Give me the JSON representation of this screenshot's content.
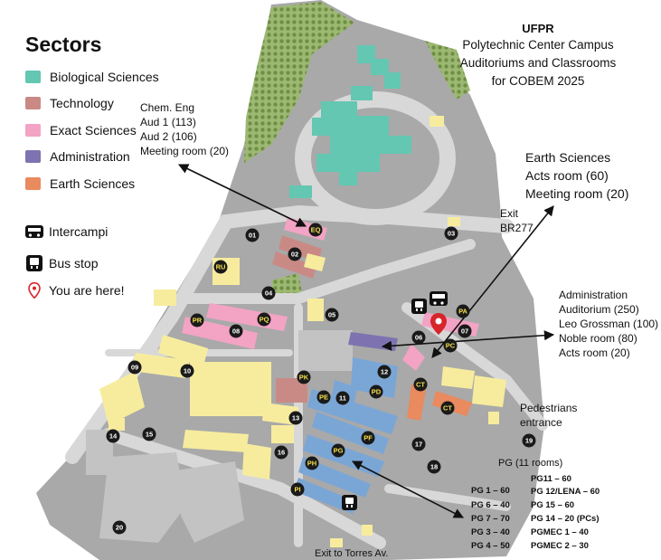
{
  "header": {
    "title": "UFPR",
    "lines": [
      "Polytechnic Center Campus",
      "Auditoriums and Classrooms",
      "for COBEM 2025"
    ]
  },
  "legend": {
    "title": "Sectors",
    "sectors": [
      {
        "label": "Biological Sciences",
        "color": "#63c7b2"
      },
      {
        "label": "Technology",
        "color": "#c98a86"
      },
      {
        "label": "Exact Sciences",
        "color": "#f3a3c4"
      },
      {
        "label": "Administration",
        "color": "#7e73b0"
      },
      {
        "label": "Earth Sciences",
        "color": "#e98a5f"
      }
    ],
    "symbols": [
      {
        "label": "Intercampi",
        "icon": "intercampi-bus-icon"
      },
      {
        "label": "Bus stop",
        "icon": "bus-stop-icon"
      },
      {
        "label": "You are here!",
        "icon": "location-pin-icon"
      }
    ]
  },
  "colors": {
    "road": "#d6d6d6",
    "campus_ground": "#a7a7a7",
    "yellow_buildings": "#f7ec9e",
    "blue_buildings": "#7aa6d6",
    "forest": "#8aa85e",
    "marker": "#1a1a1a",
    "marker_text_light": "#ffffff",
    "marker_text_dark": "#f5e04b",
    "pin": "#d6252b"
  },
  "annotations": {
    "chem_eng": [
      "Chem. Eng",
      "Aud 1 (113)",
      "Aud 2 (106)",
      "Meeting room (20)"
    ],
    "earth_sciences": [
      "Earth Sciences",
      "Acts room (60)",
      "Meeting room (20)"
    ],
    "exit_br277": [
      "Exit",
      "BR277"
    ],
    "administration": [
      "Administration",
      "Auditorium (250)",
      "Leo Grossman (100)",
      "Noble room (80)",
      "Acts room (20)"
    ],
    "pedestrians": [
      "Pedestrians",
      "entrance"
    ],
    "exit_torres": "Exit to Torres Av."
  },
  "pg": {
    "title": "PG (11 rooms)",
    "col1": [
      "PG 1 – 60",
      "PG 6 – 40",
      "PG 7 – 70",
      "PG 3 – 40",
      "PG 4 – 50"
    ],
    "col2": [
      "PG11 – 60",
      "PG 12/LENA – 60",
      "PG 15 – 60",
      "PG 14 – 20 (PCs)",
      "PGMEC 1 – 40",
      "PGMEC 2 – 30"
    ]
  },
  "building_markers": [
    {
      "id": "01",
      "tone": "light"
    },
    {
      "id": "02",
      "tone": "light"
    },
    {
      "id": "03",
      "tone": "light"
    },
    {
      "id": "04",
      "tone": "light"
    },
    {
      "id": "05",
      "tone": "light"
    },
    {
      "id": "06",
      "tone": "light"
    },
    {
      "id": "07",
      "tone": "light"
    },
    {
      "id": "08",
      "tone": "light"
    },
    {
      "id": "09",
      "tone": "light"
    },
    {
      "id": "10",
      "tone": "light"
    },
    {
      "id": "11",
      "tone": "light"
    },
    {
      "id": "12",
      "tone": "light"
    },
    {
      "id": "13",
      "tone": "light"
    },
    {
      "id": "14",
      "tone": "light"
    },
    {
      "id": "15",
      "tone": "light"
    },
    {
      "id": "16",
      "tone": "light"
    },
    {
      "id": "17",
      "tone": "light"
    },
    {
      "id": "18",
      "tone": "light"
    },
    {
      "id": "19",
      "tone": "light"
    },
    {
      "id": "20",
      "tone": "light"
    },
    {
      "id": "EQ",
      "tone": "dark"
    },
    {
      "id": "RU",
      "tone": "dark"
    },
    {
      "id": "PR",
      "tone": "dark"
    },
    {
      "id": "PQ",
      "tone": "dark"
    },
    {
      "id": "PK",
      "tone": "dark"
    },
    {
      "id": "PE",
      "tone": "dark"
    },
    {
      "id": "PD",
      "tone": "dark"
    },
    {
      "id": "PF",
      "tone": "dark"
    },
    {
      "id": "PG",
      "tone": "dark"
    },
    {
      "id": "PH",
      "tone": "dark"
    },
    {
      "id": "PI",
      "tone": "dark"
    },
    {
      "id": "PA",
      "tone": "dark"
    },
    {
      "id": "PC",
      "tone": "dark"
    },
    {
      "id": "CT",
      "tone": "dark"
    },
    {
      "id": "CT",
      "tone": "dark"
    }
  ]
}
